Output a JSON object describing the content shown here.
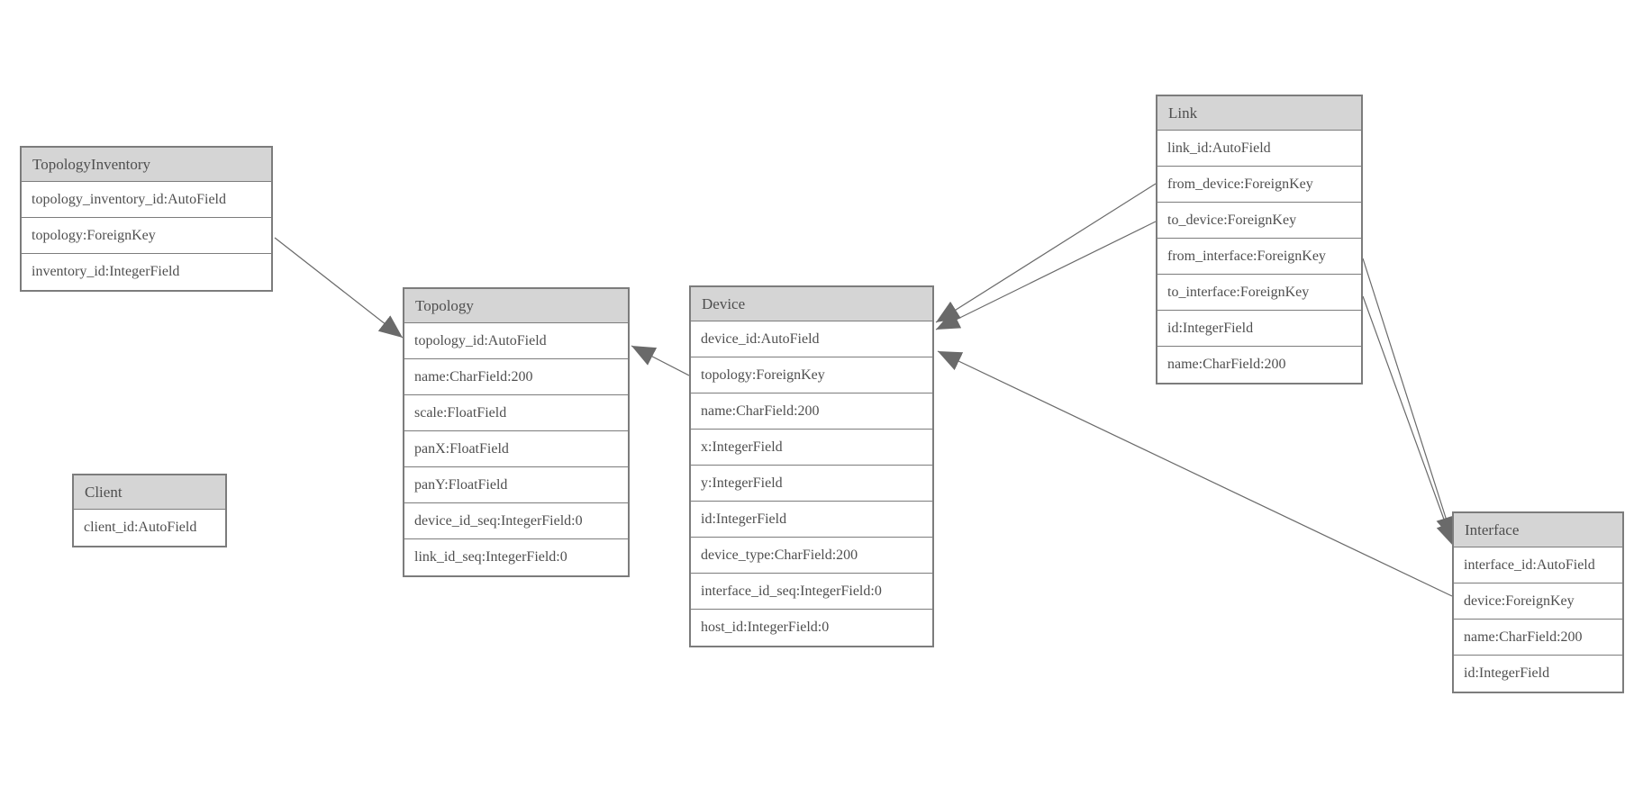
{
  "colors": {
    "background": "#ffffff",
    "header_bg": "#d5d5d5",
    "border": "#7c7c7c",
    "text": "#4f4f4f",
    "edge": "#6a6a6a"
  },
  "entities": {
    "topology_inventory": {
      "title": "TopologyInventory",
      "fields": [
        "topology_inventory_id:AutoField",
        "topology:ForeignKey",
        "inventory_id:IntegerField"
      ]
    },
    "topology": {
      "title": "Topology",
      "fields": [
        "topology_id:AutoField",
        "name:CharField:200",
        "scale:FloatField",
        "panX:FloatField",
        "panY:FloatField",
        "device_id_seq:IntegerField:0",
        "link_id_seq:IntegerField:0"
      ]
    },
    "client": {
      "title": "Client",
      "fields": [
        "client_id:AutoField"
      ]
    },
    "device": {
      "title": "Device",
      "fields": [
        "device_id:AutoField",
        "topology:ForeignKey",
        "name:CharField:200",
        "x:IntegerField",
        "y:IntegerField",
        "id:IntegerField",
        "device_type:CharField:200",
        "interface_id_seq:IntegerField:0",
        "host_id:IntegerField:0"
      ]
    },
    "link": {
      "title": "Link",
      "fields": [
        "link_id:AutoField",
        "from_device:ForeignKey",
        "to_device:ForeignKey",
        "from_interface:ForeignKey",
        "to_interface:ForeignKey",
        "id:IntegerField",
        "name:CharField:200"
      ]
    },
    "interface": {
      "title": "Interface",
      "fields": [
        "interface_id:AutoField",
        "device:ForeignKey",
        "name:CharField:200",
        "id:IntegerField"
      ]
    }
  },
  "relationships": [
    {
      "from": "TopologyInventory.topology",
      "to": "Topology"
    },
    {
      "from": "Device.topology",
      "to": "Topology"
    },
    {
      "from": "Link.from_device",
      "to": "Device"
    },
    {
      "from": "Link.to_device",
      "to": "Device"
    },
    {
      "from": "Link.from_interface",
      "to": "Interface"
    },
    {
      "from": "Link.to_interface",
      "to": "Interface"
    },
    {
      "from": "Interface.device",
      "to": "Device"
    }
  ]
}
